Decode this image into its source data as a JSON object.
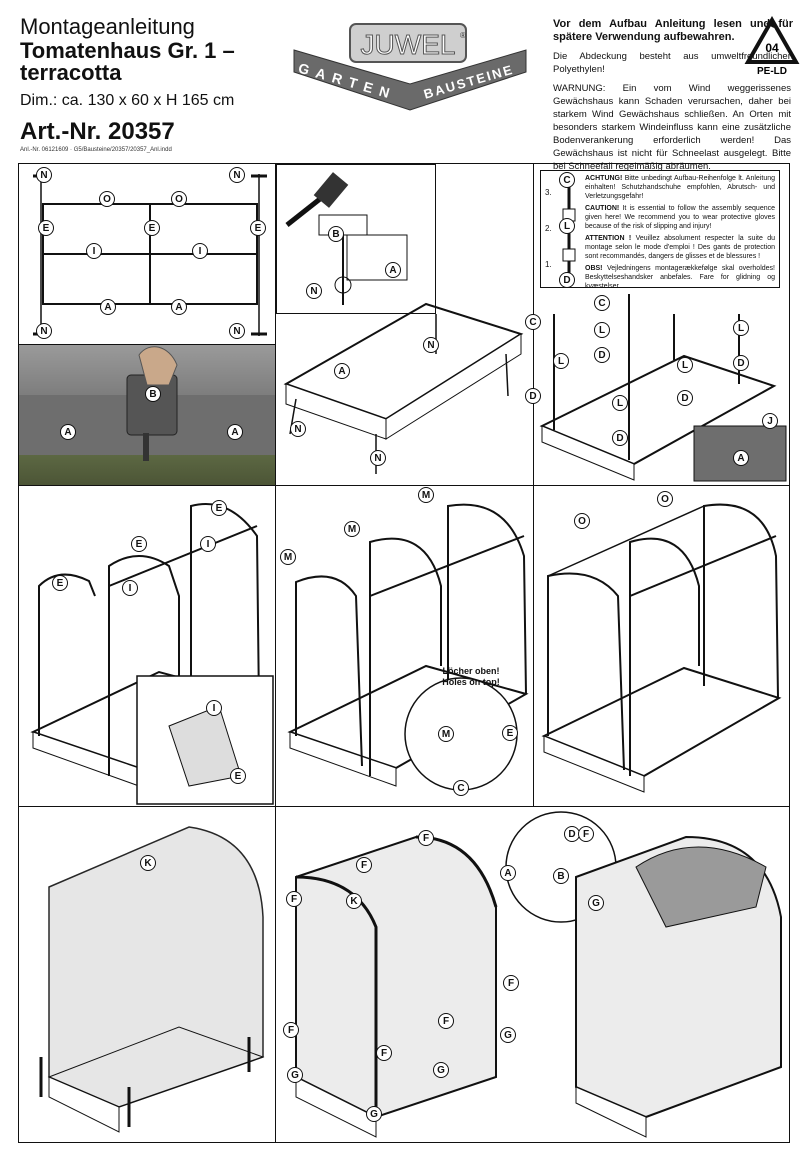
{
  "header": {
    "title_line1": "Montageanleitung",
    "title_line2": "Tomatenhaus Gr. 1 –",
    "title_line3": "terracotta",
    "dimensions": "Dim.: ca. 130 x 60 x H 165 cm",
    "article_number": "Art.-Nr. 20357",
    "file_ref": "Anl.-Nr. 06121609 · G5/Bausteine/20357/20357_Anl.indd"
  },
  "brand": {
    "name": "JUWEL",
    "registered": "®",
    "tagline_left": "GARTEN",
    "tagline_right": "BAUSTEINE"
  },
  "recycle": {
    "code": "04",
    "material": "PE-LD",
    "icon": "recycle-icon"
  },
  "warning": {
    "bold_line": "Vor dem Aufbau Anleitung lesen und für spätere Verwendung aufbewahren.",
    "eco_note": "Die Abdeckung besteht aus umweltfreundlichen Polyethylen!",
    "wind_warning": "WARNUNG: Ein vom Wind weggerissenes Gewächshaus kann Schaden verursachen, daher bei starkem Wind Gewächshaus schließen. An Orten mit besonders starkem Windeinfluss kann eine zusätzliche Bodenverankerung erforderlich werden! Das Gewächshaus ist nicht für Schneelast ausgelegt. Bitte bei Schneefall regelmäßig abräumen."
  },
  "attention_box": {
    "de_head": "ACHTUNG!",
    "de_text": "Bitte unbedingt Aufbau-Reihenfolge lt. Anleitung einhalten! Schutzhandschuhe empfohlen, Abrutsch- und Verletzungsgefahr!",
    "en_head": "CAUTION!",
    "en_text": "It is essential to follow the assembly sequence given here! We recommend you to wear protective gloves because of the risk of slipping and injury!",
    "fr_head": "ATTENTION !",
    "fr_text": "Veuillez absolument respecter la suite du montage selon le mode d'emploi ! Des gants de protection sont recommandés, dangers de glisses et de blessures !",
    "dk_head": "OBS!",
    "dk_text": "Vejledningens montagerækkefølge skal overholdes! Beskyttelseshandsker anbefales. Fare for glidning og kvæstelser.",
    "steps": [
      "3.",
      "2.",
      "1."
    ]
  },
  "callouts": {
    "holes_de": "Löcher oben!",
    "holes_en": "Holes on top!"
  },
  "part_labels": [
    "A",
    "B",
    "C",
    "D",
    "E",
    "F",
    "G",
    "I",
    "J",
    "K",
    "L",
    "M",
    "N",
    "O"
  ],
  "colors": {
    "ink": "#111111",
    "terracotta_grey": "#8a8a8a",
    "grass": "#5f6b45",
    "cover": "#d9d9d9"
  }
}
